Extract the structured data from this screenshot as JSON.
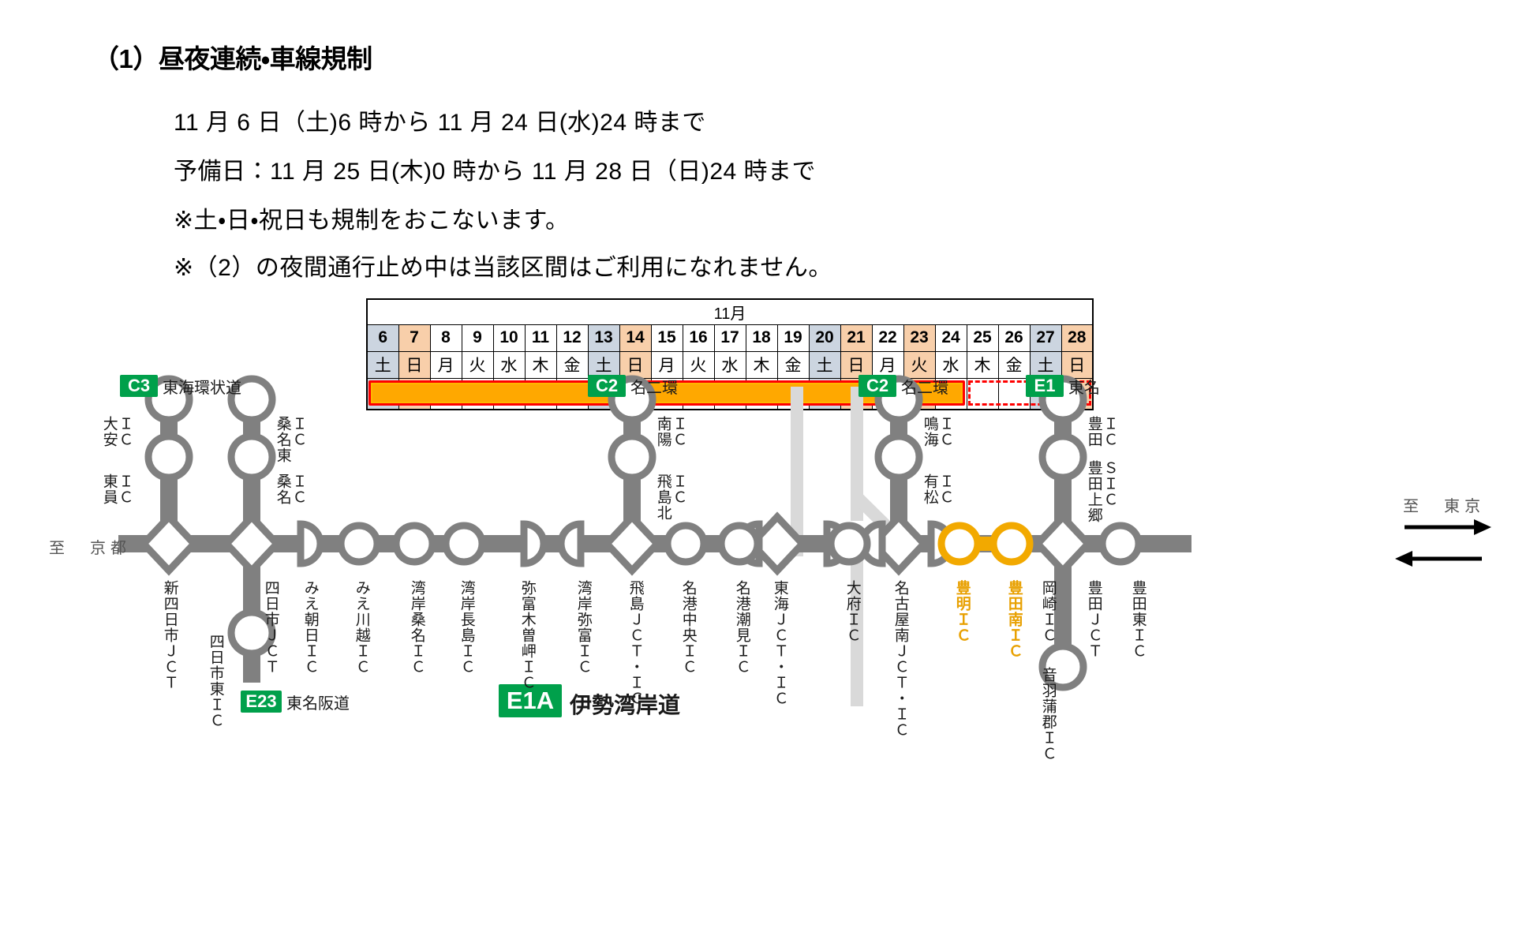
{
  "heading": "（1）昼夜連続・車線規制",
  "text_lines": [
    "11 月 6 日（土)6 時から 11 月 24 日(水)24 時まで",
    "予備日：11 月 25 日(木)0 時から 11 月 28 日（日)24 時まで",
    "※土・日・祝日も規制をおこないます。",
    "※（2）の夜間通行止め中は当該区間はご利用になれません。"
  ],
  "calendar": {
    "month_label": "11月",
    "days": [
      {
        "num": "6",
        "name": "土",
        "type": "sat"
      },
      {
        "num": "7",
        "name": "日",
        "type": "sun"
      },
      {
        "num": "8",
        "name": "月",
        "type": "wk"
      },
      {
        "num": "9",
        "name": "火",
        "type": "wk"
      },
      {
        "num": "10",
        "name": "水",
        "type": "wk"
      },
      {
        "num": "11",
        "name": "木",
        "type": "wk"
      },
      {
        "num": "12",
        "name": "金",
        "type": "wk"
      },
      {
        "num": "13",
        "name": "土",
        "type": "sat"
      },
      {
        "num": "14",
        "name": "日",
        "type": "sun"
      },
      {
        "num": "15",
        "name": "月",
        "type": "wk"
      },
      {
        "num": "16",
        "name": "火",
        "type": "wk"
      },
      {
        "num": "17",
        "name": "水",
        "type": "wk"
      },
      {
        "num": "18",
        "name": "木",
        "type": "wk"
      },
      {
        "num": "19",
        "name": "金",
        "type": "wk"
      },
      {
        "num": "20",
        "name": "土",
        "type": "sat"
      },
      {
        "num": "21",
        "name": "日",
        "type": "sun"
      },
      {
        "num": "22",
        "name": "月",
        "type": "wk"
      },
      {
        "num": "23",
        "name": "火",
        "type": "sun"
      },
      {
        "num": "24",
        "name": "水",
        "type": "wk"
      },
      {
        "num": "25",
        "name": "木",
        "type": "wk"
      },
      {
        "num": "26",
        "name": "金",
        "type": "wk"
      },
      {
        "num": "27",
        "name": "土",
        "type": "sat"
      },
      {
        "num": "28",
        "name": "日",
        "type": "sun"
      }
    ],
    "main_bar": {
      "start_day": "6",
      "end_day": "24",
      "fill_color": "#ffa800",
      "border_color": "#ff0000"
    },
    "reserve_bar": {
      "start_day": "25",
      "end_day": "28",
      "border_color": "#ff0000",
      "style": "dashed"
    }
  },
  "map": {
    "route_badges": [
      {
        "code": "C3",
        "name": "東海環状道"
      },
      {
        "code": "C2",
        "name": "名二環"
      },
      {
        "code": "C2",
        "name": "名二環"
      },
      {
        "code": "E1",
        "name": "東名"
      },
      {
        "code": "E23",
        "name": "東名阪道"
      },
      {
        "code": "E1A",
        "name": "伊勢湾岸道"
      }
    ],
    "direction_left": "至　京都",
    "direction_right": "至　東京",
    "upper_nodes": [
      {
        "prefix": "ＩＣ",
        "label": "大安"
      },
      {
        "prefix": "ＩＣ",
        "label": "東員"
      },
      {
        "prefix": "ＩＣ",
        "label": "桑名東"
      },
      {
        "prefix": "ＩＣ",
        "label": "桑名"
      },
      {
        "prefix": "ＩＣ",
        "label": "南陽"
      },
      {
        "prefix": "ＩＣ",
        "label": "飛島北"
      },
      {
        "prefix": "ＩＣ",
        "label": "鳴海"
      },
      {
        "prefix": "ＩＣ",
        "label": "有松"
      },
      {
        "prefix": "ＩＣ",
        "label": "豊田"
      },
      {
        "prefix": "ＳＩＣ",
        "label": "豊田上郷"
      }
    ],
    "lower_nodes": [
      {
        "label": "新四日市ＪＣＴ",
        "highlight": false
      },
      {
        "label": "四日市東ＩＣ",
        "highlight": false
      },
      {
        "label": "四日市ＪＣＴ",
        "highlight": false
      },
      {
        "label": "みえ朝日ＩＣ",
        "highlight": false
      },
      {
        "label": "みえ川越ＩＣ",
        "highlight": false
      },
      {
        "label": "湾岸桑名ＩＣ",
        "highlight": false
      },
      {
        "label": "湾岸長島ＩＣ",
        "highlight": false
      },
      {
        "label": "弥富木曽岬ＩＣ",
        "highlight": false
      },
      {
        "label": "湾岸弥富ＩＣ",
        "highlight": false
      },
      {
        "label": "飛島ＪＣＴ・ＩＣ",
        "highlight": false
      },
      {
        "label": "名港中央ＩＣ",
        "highlight": false
      },
      {
        "label": "名港潮見ＩＣ",
        "highlight": false
      },
      {
        "label": "東海ＪＣＴ・ＩＣ",
        "highlight": false
      },
      {
        "label": "大府ＩＣ",
        "highlight": false
      },
      {
        "label": "名古屋南ＪＣＴ・ＩＣ",
        "highlight": false
      },
      {
        "label": "豊明ＩＣ",
        "highlight": true
      },
      {
        "label": "豊田南ＩＣ",
        "highlight": true
      },
      {
        "label": "岡崎ＩＣ",
        "highlight": false
      },
      {
        "label": "音羽蒲郡ＩＣ",
        "highlight": false
      },
      {
        "label": "豊田ＪＣＴ",
        "highlight": false
      },
      {
        "label": "豊田東ＩＣ",
        "highlight": false
      }
    ],
    "highlight_section": {
      "from": "豊明ＩＣ",
      "to": "豊田南ＩＣ",
      "color": "#f2a900"
    },
    "colors": {
      "road": "#808080",
      "road_light": "#d9d9d9",
      "badge_green": "#00a04b",
      "highlight": "#f2a900"
    }
  }
}
